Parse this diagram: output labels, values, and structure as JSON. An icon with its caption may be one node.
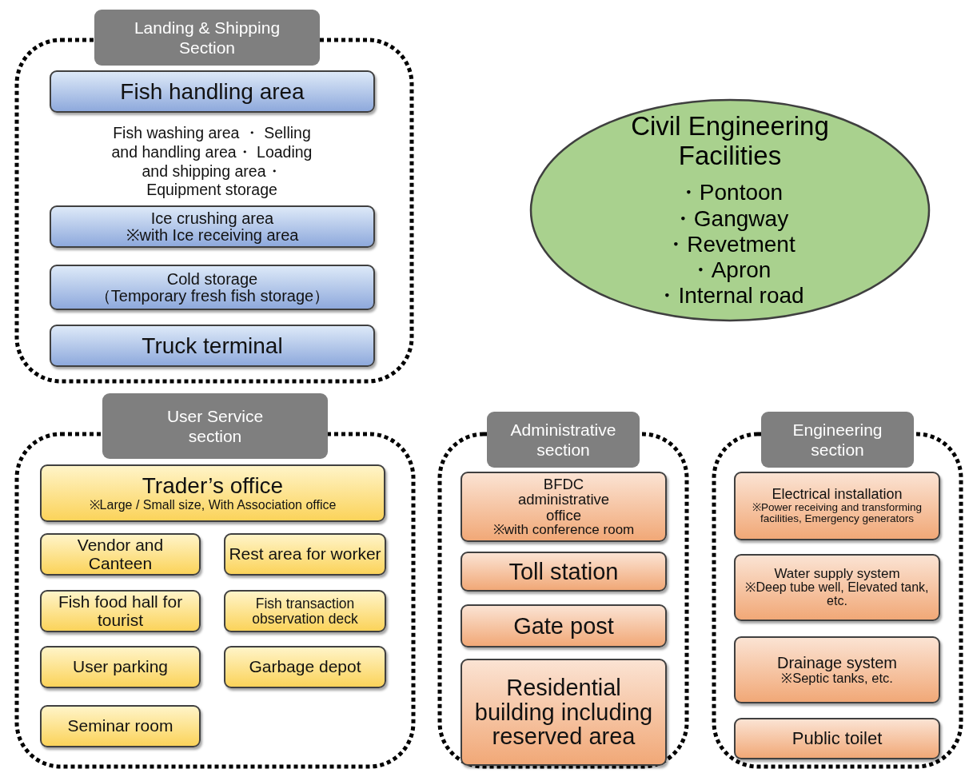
{
  "diagram": {
    "nodes": [
      {
        "text": [
          "Landing & Shipping Section"
        ]
      },
      {
        "text": [
          "Fish handling area"
        ],
        "in": 0
      },
      {
        "text": [
          "Ice crushing area",
          "※with Ice receiving area"
        ],
        "in": 0
      },
      {
        "text": [
          "Cold storage",
          "（Temporary fresh fish storage）"
        ],
        "in": 0
      },
      {
        "text": [
          "Truck terminal"
        ],
        "in": 0
      },
      {
        "text": [
          "Civil Engineering Facilities",
          "・Pontoon",
          "・Gangway",
          "・Revetment",
          "・Apron",
          "・Internal road"
        ]
      },
      {
        "text": [
          "User Service section"
        ]
      },
      {
        "text": [
          "Trader’s office",
          "※Large / Small size, With Association office"
        ],
        "in": 6
      },
      {
        "text": [
          "Vendor and Canteen"
        ],
        "in": 6
      },
      {
        "text": [
          "Rest area for worker"
        ],
        "in": 6
      },
      {
        "text": [
          "Fish food hall for tourist"
        ],
        "in": 6
      },
      {
        "text": [
          "Fish transaction observation deck"
        ],
        "in": 6
      },
      {
        "text": [
          "User parking"
        ],
        "in": 6
      },
      {
        "text": [
          "Garbage depot"
        ],
        "in": 6
      },
      {
        "text": [
          "Seminar room"
        ],
        "in": 6
      },
      {
        "text": [
          "Administrative section"
        ]
      },
      {
        "text": [
          "BFDC administrative office",
          "※with conference room"
        ],
        "in": 15
      },
      {
        "text": [
          "Toll station"
        ],
        "in": 15
      },
      {
        "text": [
          "Gate post"
        ],
        "in": 15
      },
      {
        "text": [
          "Residential building including reserved area"
        ],
        "in": 15
      },
      {
        "text": [
          "Engineering section"
        ]
      },
      {
        "text": [
          "Electrical installation",
          "※Power receiving and transforming facilities, Emergency generators"
        ],
        "in": 20
      },
      {
        "text": [
          "Water supply system",
          "※Deep tube well, Elevated tank, etc."
        ],
        "in": 20
      },
      {
        "text": [
          "Drainage system",
          "※Septic tanks, etc."
        ],
        "in": 20
      },
      {
        "text": [
          "Public toilet"
        ],
        "in": 20
      }
    ],
    "labels": [
      "Fish washing area ・ Selling and handling area・ Loading and shipping area・ Equipment storage"
    ]
  }
}
